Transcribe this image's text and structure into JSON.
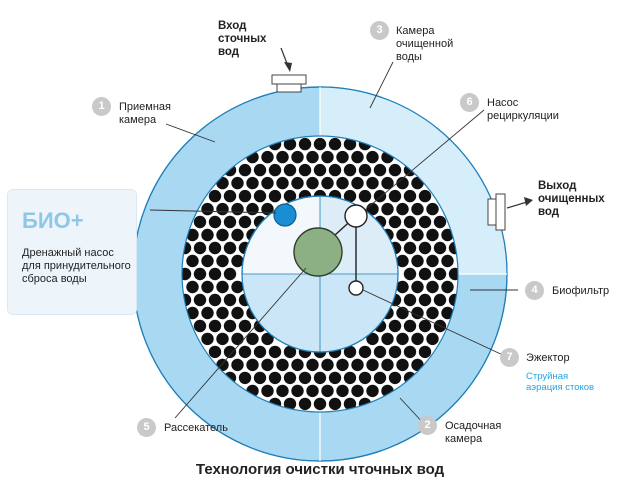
{
  "diagram": {
    "caption": "Технология очистки чточных вод",
    "colors": {
      "outer_ring": "#a9d8f3",
      "outer_ring_light": "#d6edfa",
      "biofilter_dots": "#111111",
      "center_light": "#f2f8fc",
      "center_blue": "#cbe6f6",
      "pump": "#8daf84",
      "blue_dot": "#1a8ed3",
      "badge": "#c9c9c9",
      "accent": "#29a3e0"
    },
    "inlet": {
      "lines": [
        "Вход",
        "сточных",
        "вод"
      ]
    },
    "outlet": {
      "lines": [
        "Выход",
        "очищенных",
        "вод"
      ]
    },
    "items": [
      {
        "number": "1",
        "lines": [
          "Приемная",
          "камера"
        ]
      },
      {
        "number": "2",
        "lines": [
          "Осадочная",
          "камера"
        ]
      },
      {
        "number": "3",
        "lines": [
          "Камера",
          "очищенной",
          "воды"
        ]
      },
      {
        "number": "4",
        "lines": [
          "Биофильтр"
        ]
      },
      {
        "number": "5",
        "lines": [
          "Рассекатель"
        ]
      },
      {
        "number": "6",
        "lines": [
          "Насос",
          "рециркуляции"
        ]
      },
      {
        "number": "7",
        "lines": [
          "Эжектор"
        ],
        "sub_lines": [
          "Струйная",
          "аэрация стоков"
        ]
      }
    ],
    "bio": {
      "title": "БИО+",
      "text": "Дренажный насос для принудительного сброса воды"
    }
  }
}
